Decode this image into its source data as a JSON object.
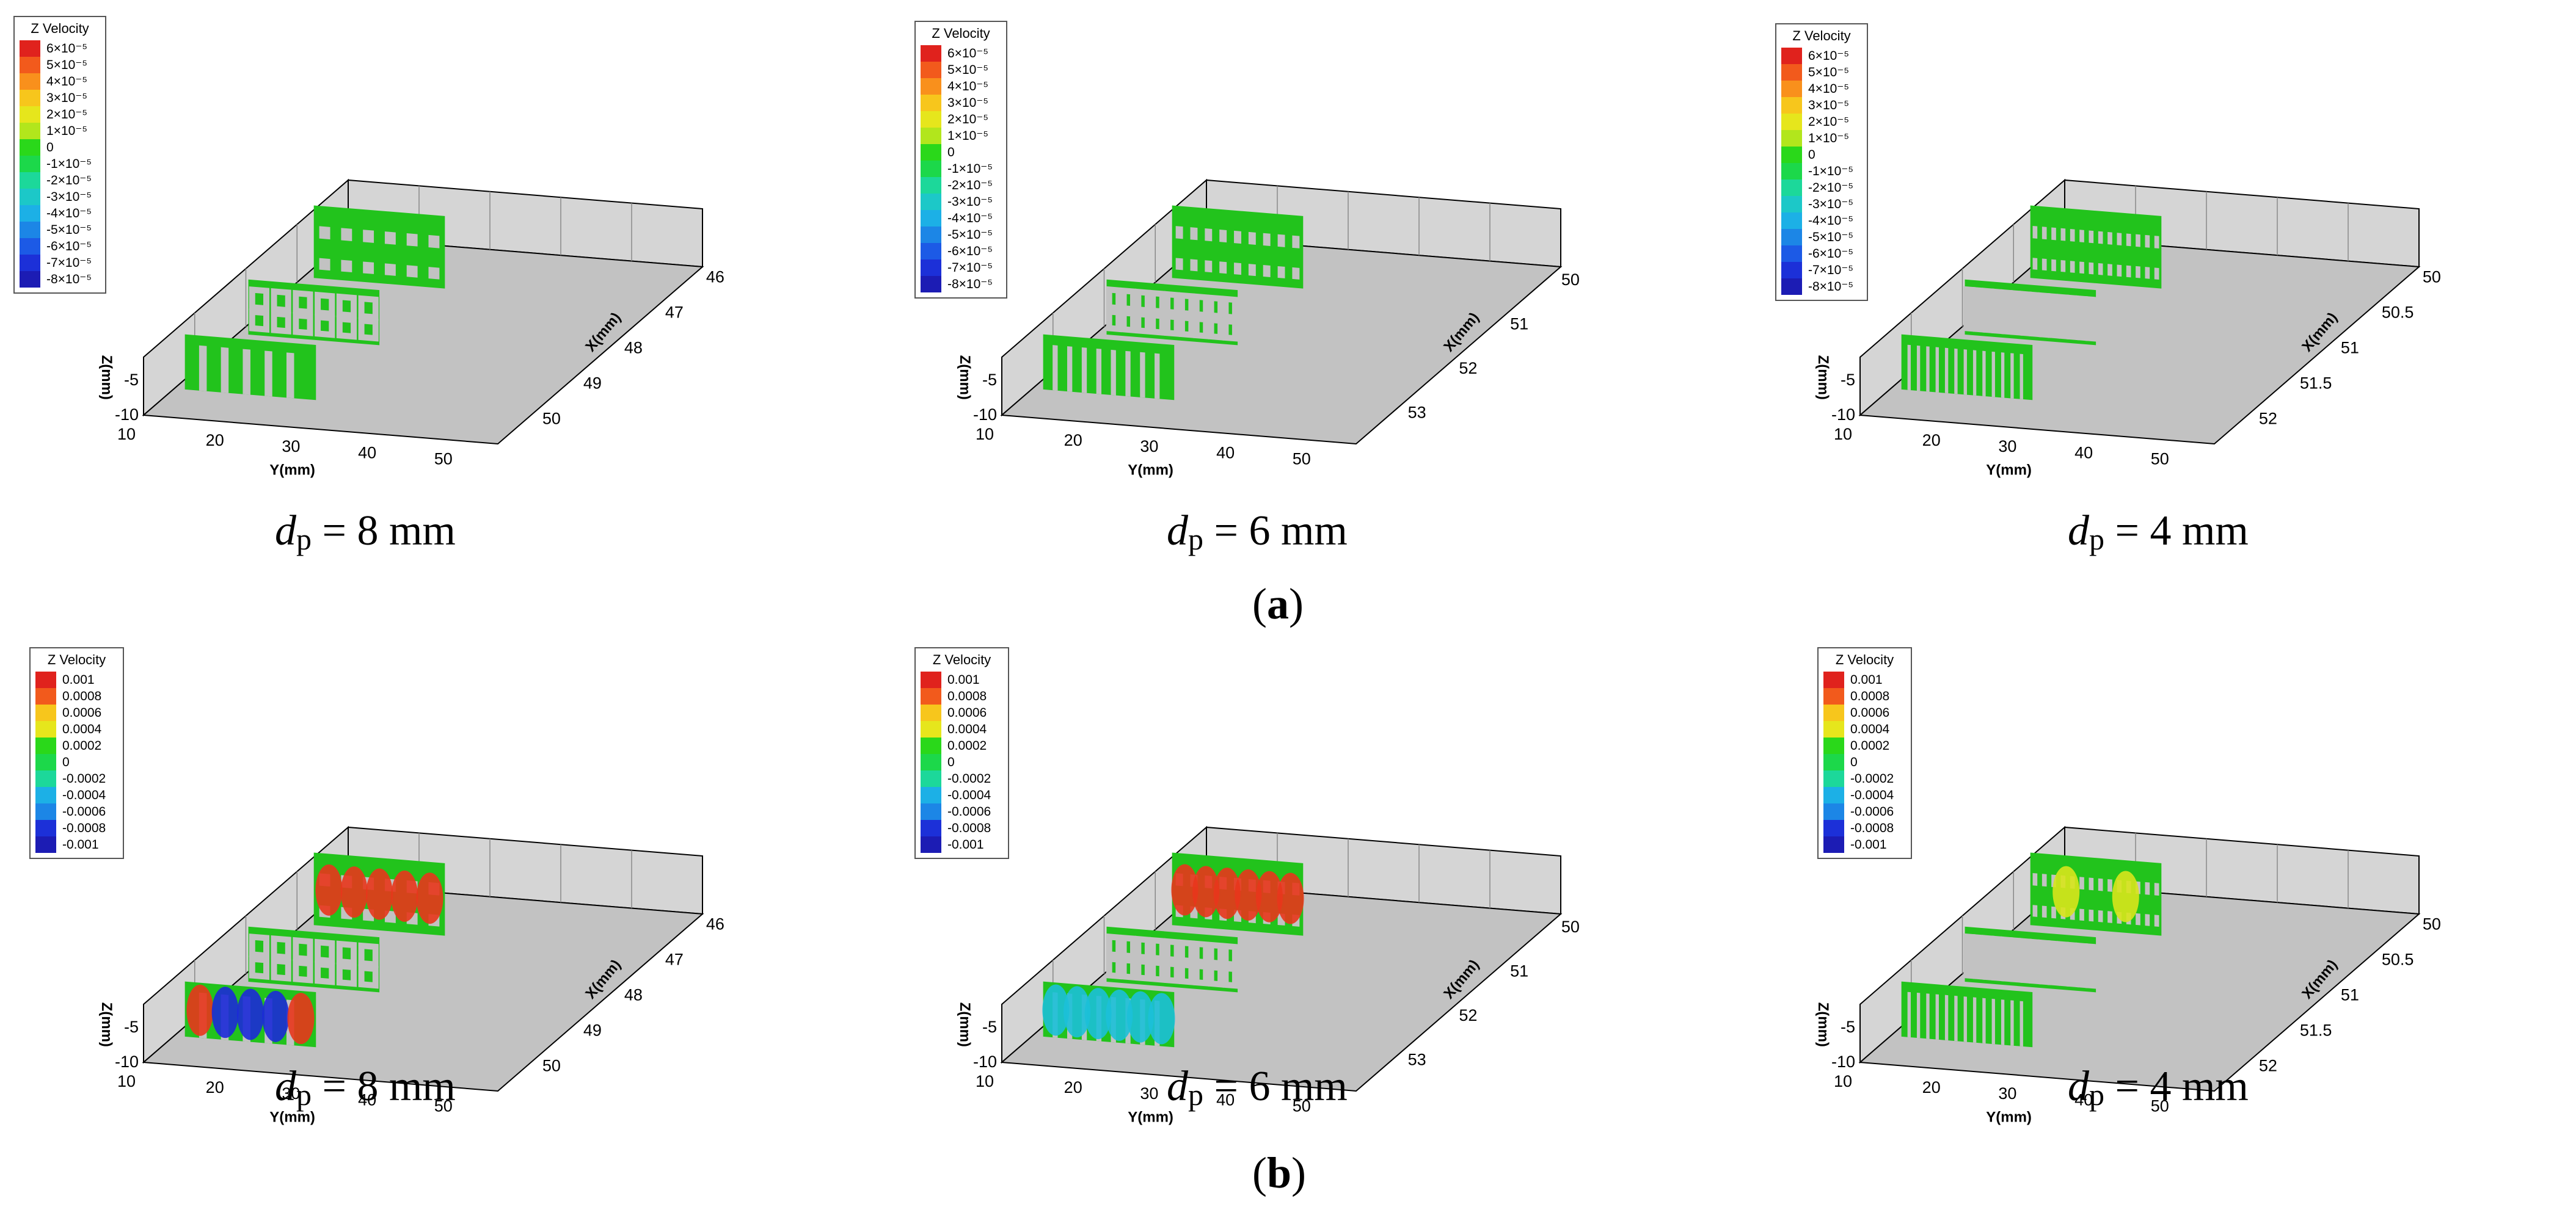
{
  "figure": {
    "subfigure_labels": [
      "a",
      "b"
    ]
  },
  "panels": [
    {
      "row": "a",
      "dp_value": "8 mm",
      "legend": {
        "title": "Z Velocity",
        "levels": [
          "6×10⁻⁵",
          "5×10⁻⁵",
          "4×10⁻⁵",
          "3×10⁻⁵",
          "2×10⁻⁵",
          "1×10⁻⁵",
          "0",
          "-1×10⁻⁵",
          "-2×10⁻⁵",
          "-3×10⁻⁵",
          "-4×10⁻⁵",
          "-5×10⁻⁵",
          "-6×10⁻⁵",
          "-7×10⁻⁵",
          "-8×10⁻⁵"
        ]
      },
      "axes": {
        "z_label": "Z(mm)",
        "z_ticks": [
          "-5",
          "-10"
        ],
        "y_label": "Y(mm)",
        "y_ticks": [
          "10",
          "20",
          "30",
          "40",
          "50"
        ],
        "x_label": "X(mm)",
        "x_ticks": [
          "46",
          "47",
          "48",
          "49",
          "50"
        ]
      },
      "blobs": {
        "back": [],
        "mid": [],
        "front": []
      }
    },
    {
      "row": "a",
      "dp_value": "6 mm",
      "legend": {
        "title": "Z Velocity",
        "levels": [
          "6×10⁻⁵",
          "5×10⁻⁵",
          "4×10⁻⁵",
          "3×10⁻⁵",
          "2×10⁻⁵",
          "1×10⁻⁵",
          "0",
          "-1×10⁻⁵",
          "-2×10⁻⁵",
          "-3×10⁻⁵",
          "-4×10⁻⁵",
          "-5×10⁻⁵",
          "-6×10⁻⁵",
          "-7×10⁻⁵",
          "-8×10⁻⁵"
        ]
      },
      "axes": {
        "z_label": "Z(mm)",
        "z_ticks": [
          "-5",
          "-10"
        ],
        "y_label": "Y(mm)",
        "y_ticks": [
          "10",
          "20",
          "30",
          "40",
          "50"
        ],
        "x_label": "X(mm)",
        "x_ticks": [
          "50",
          "51",
          "52",
          "53"
        ]
      },
      "blobs": {
        "back": [],
        "mid": [],
        "front": []
      }
    },
    {
      "row": "a",
      "dp_value": "4 mm",
      "legend": {
        "title": "Z Velocity",
        "levels": [
          "6×10⁻⁵",
          "5×10⁻⁵",
          "4×10⁻⁵",
          "3×10⁻⁵",
          "2×10⁻⁵",
          "1×10⁻⁵",
          "0",
          "-1×10⁻⁵",
          "-2×10⁻⁵",
          "-3×10⁻⁵",
          "-4×10⁻⁵",
          "-5×10⁻⁵",
          "-6×10⁻⁵",
          "-7×10⁻⁵",
          "-8×10⁻⁵"
        ]
      },
      "axes": {
        "z_label": "Z(mm)",
        "z_ticks": [
          "-5",
          "-10"
        ],
        "y_label": "Y(mm)",
        "y_ticks": [
          "10",
          "20",
          "30",
          "40",
          "50"
        ],
        "x_label": "X(mm)",
        "x_ticks": [
          "50",
          "50.5",
          "51",
          "51.5",
          "52"
        ]
      },
      "blobs": {
        "back": [],
        "mid": [],
        "front": []
      }
    },
    {
      "row": "b",
      "dp_value": "8 mm",
      "legend": {
        "title": "Z Velocity",
        "levels": [
          "0.001",
          "0.0008",
          "0.0006",
          "0.0004",
          "0.0002",
          "0",
          "-0.0002",
          "-0.0004",
          "-0.0006",
          "-0.0008",
          "-0.001"
        ]
      },
      "axes": {
        "z_label": "Z(mm)",
        "z_ticks": [
          "-5",
          "-10"
        ],
        "y_label": "Y(mm)",
        "y_ticks": [
          "10",
          "20",
          "30",
          "40",
          "50"
        ],
        "x_label": "X(mm)",
        "x_ticks": [
          "46",
          "47",
          "48",
          "49",
          "50"
        ]
      },
      "blobs": {
        "back": [
          "red",
          "red",
          "red",
          "red",
          "red"
        ],
        "mid": [],
        "front": [
          "red",
          "blue",
          "blue",
          "blue",
          "red"
        ]
      }
    },
    {
      "row": "b",
      "dp_value": "6 mm",
      "legend": {
        "title": "Z Velocity",
        "levels": [
          "0.001",
          "0.0008",
          "0.0006",
          "0.0004",
          "0.0002",
          "0",
          "-0.0002",
          "-0.0004",
          "-0.0006",
          "-0.0008",
          "-0.001"
        ]
      },
      "axes": {
        "z_label": "Z(mm)",
        "z_ticks": [
          "-5",
          "-10"
        ],
        "y_label": "Y(mm)",
        "y_ticks": [
          "10",
          "20",
          "30",
          "40",
          "50"
        ],
        "x_label": "X(mm)",
        "x_ticks": [
          "50",
          "51",
          "52",
          "53"
        ]
      },
      "blobs": {
        "back": [
          "red",
          "red",
          "red",
          "red",
          "red",
          "red"
        ],
        "mid": [],
        "front": [
          "cyan",
          "cyan",
          "cyan",
          "cyan",
          "cyan",
          "cyan"
        ]
      }
    },
    {
      "row": "b",
      "dp_value": "4 mm",
      "legend": {
        "title": "Z Velocity",
        "levels": [
          "0.001",
          "0.0008",
          "0.0006",
          "0.0004",
          "0.0002",
          "0",
          "-0.0002",
          "-0.0004",
          "-0.0006",
          "-0.0008",
          "-0.001"
        ]
      },
      "axes": {
        "z_label": "Z(mm)",
        "z_ticks": [
          "-5",
          "-10"
        ],
        "y_label": "Y(mm)",
        "y_ticks": [
          "10",
          "20",
          "30",
          "40",
          "50"
        ],
        "x_label": "X(mm)",
        "x_ticks": [
          "50",
          "50.5",
          "51",
          "51.5",
          "52"
        ]
      },
      "blobs": {
        "back": [
          "yellow",
          "yellow"
        ],
        "mid": [],
        "front": []
      }
    }
  ],
  "caption_prefix": "d",
  "caption_sub": "p",
  "colors": {
    "field": "#22c31c",
    "floor": "#c2c2c2",
    "wall": "#d5d5d5",
    "legend_scale": [
      "#e0221d",
      "#f25a1c",
      "#f9901c",
      "#f7c61c",
      "#e6e61c",
      "#b2e61c",
      "#2ad81a",
      "#1cd84a",
      "#1cd89a",
      "#1cc8c8",
      "#1cb0e6",
      "#1c86e6",
      "#1c5ae6",
      "#1c30d8",
      "#1c1cb4"
    ]
  }
}
